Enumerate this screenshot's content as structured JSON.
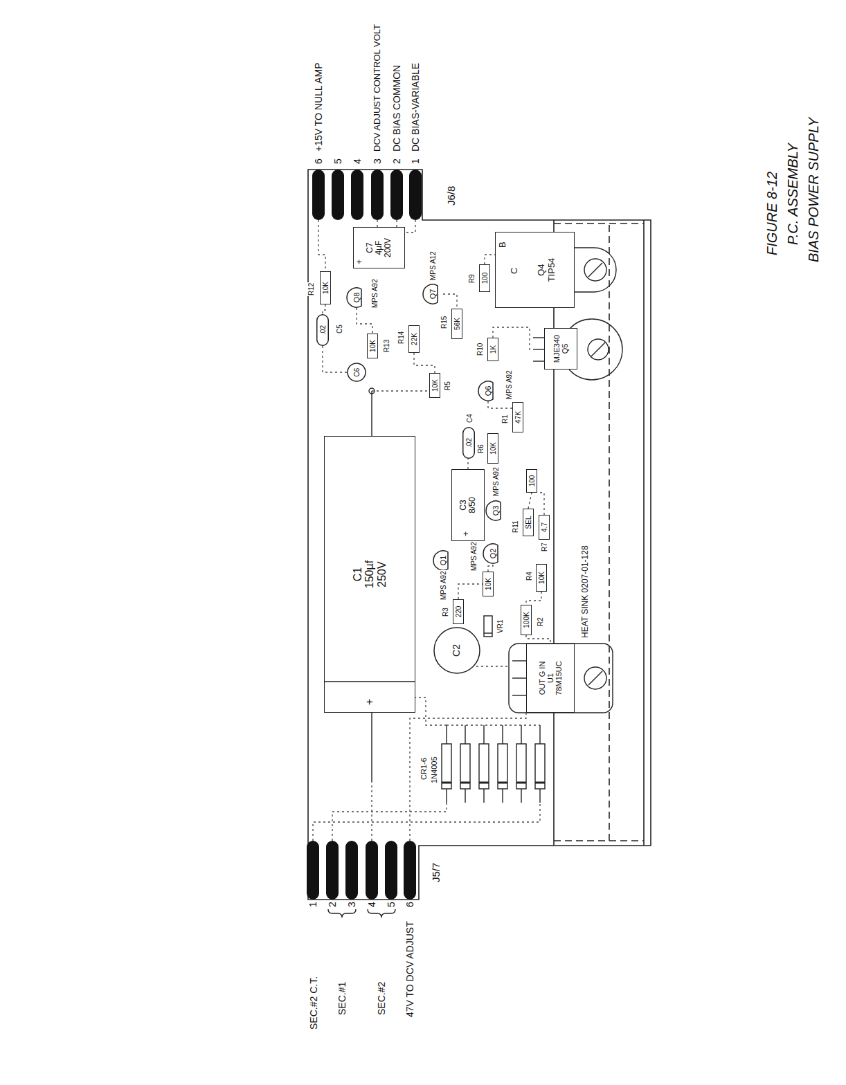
{
  "diagram": {
    "title": "FIGURE 8-12",
    "nodes": [
      {
        "text": [
          "+",
          "C7",
          "4µF 200V"
        ]
      },
      {
        "text": [
          "Q8"
        ]
      },
      {
        "text": [
          "10K"
        ]
      },
      {
        "text": [
          ".02"
        ]
      },
      {
        "text": [
          "Q7"
        ]
      },
      {
        "text": [
          "100"
        ]
      },
      {
        "text": [
          "B",
          "C",
          "Q4",
          "TIP54"
        ]
      },
      {
        "text": [
          "10K"
        ]
      },
      {
        "text": [
          "C6"
        ]
      },
      {
        "text": [
          "22K"
        ]
      },
      {
        "text": [
          "56K"
        ]
      },
      {
        "text": [
          "1K"
        ]
      },
      {
        "text": [
          "MJE340",
          "Q5"
        ]
      },
      {
        "text": [
          "10K"
        ]
      },
      {
        "text": [
          "Q6"
        ]
      },
      {
        "text": [
          "47K"
        ]
      },
      {
        "text": [
          "+",
          "C1",
          "150µf 250V"
        ]
      },
      {
        "text": [
          ".02"
        ]
      },
      {
        "text": [
          "10K"
        ]
      },
      {
        "text": [
          "+",
          "C3",
          "8/50"
        ]
      },
      {
        "text": [
          "100"
        ]
      },
      {
        "text": [
          "Q3"
        ]
      },
      {
        "text": [
          "SEL"
        ]
      },
      {
        "text": [
          "4.7"
        ]
      },
      {
        "text": [
          "Q2"
        ]
      },
      {
        "text": [
          "Q1"
        ]
      },
      {
        "text": [
          "10K"
        ]
      },
      {
        "text": [
          "10K"
        ]
      },
      {
        "text": [
          "220"
        ]
      },
      {
        "text": [
          "100K"
        ]
      },
      {
        "text": [
          "C2"
        ]
      },
      {
        "text": [
          "OUT G IN",
          "U1",
          "78M15UC"
        ]
      }
    ],
    "labels": [
      "6",
      "5",
      "4",
      "3",
      "2",
      "1",
      "+15V TO NULL AMP",
      "DCV ADJUST CONTROL VOLT",
      "DC BIAS COMMON",
      "DC BIAS-VARIABLE",
      "J6/8",
      "1",
      "2",
      "3",
      "4",
      "5",
      "6",
      "SEC.#2 C.T.",
      "SEC.#1",
      "SEC.#2",
      "47V TO DCV ADJUST",
      "J5/7",
      "P.C. ASSEMBLY",
      "BIAS POWER SUPPLY",
      "HEAT SINK 0207-01-128",
      "CR1-6",
      "1N4005",
      "R12",
      "C5",
      "MPS A92",
      "R13",
      "R14",
      "MPS A12",
      "R15",
      "R9",
      "R10",
      "R5",
      "MPS A92",
      "R1",
      "R6",
      "C4",
      "MPS A92",
      "R11",
      "R7",
      "MPS A92",
      "MPS A92",
      "R4",
      "R2",
      "R3",
      "VR1"
    ]
  }
}
